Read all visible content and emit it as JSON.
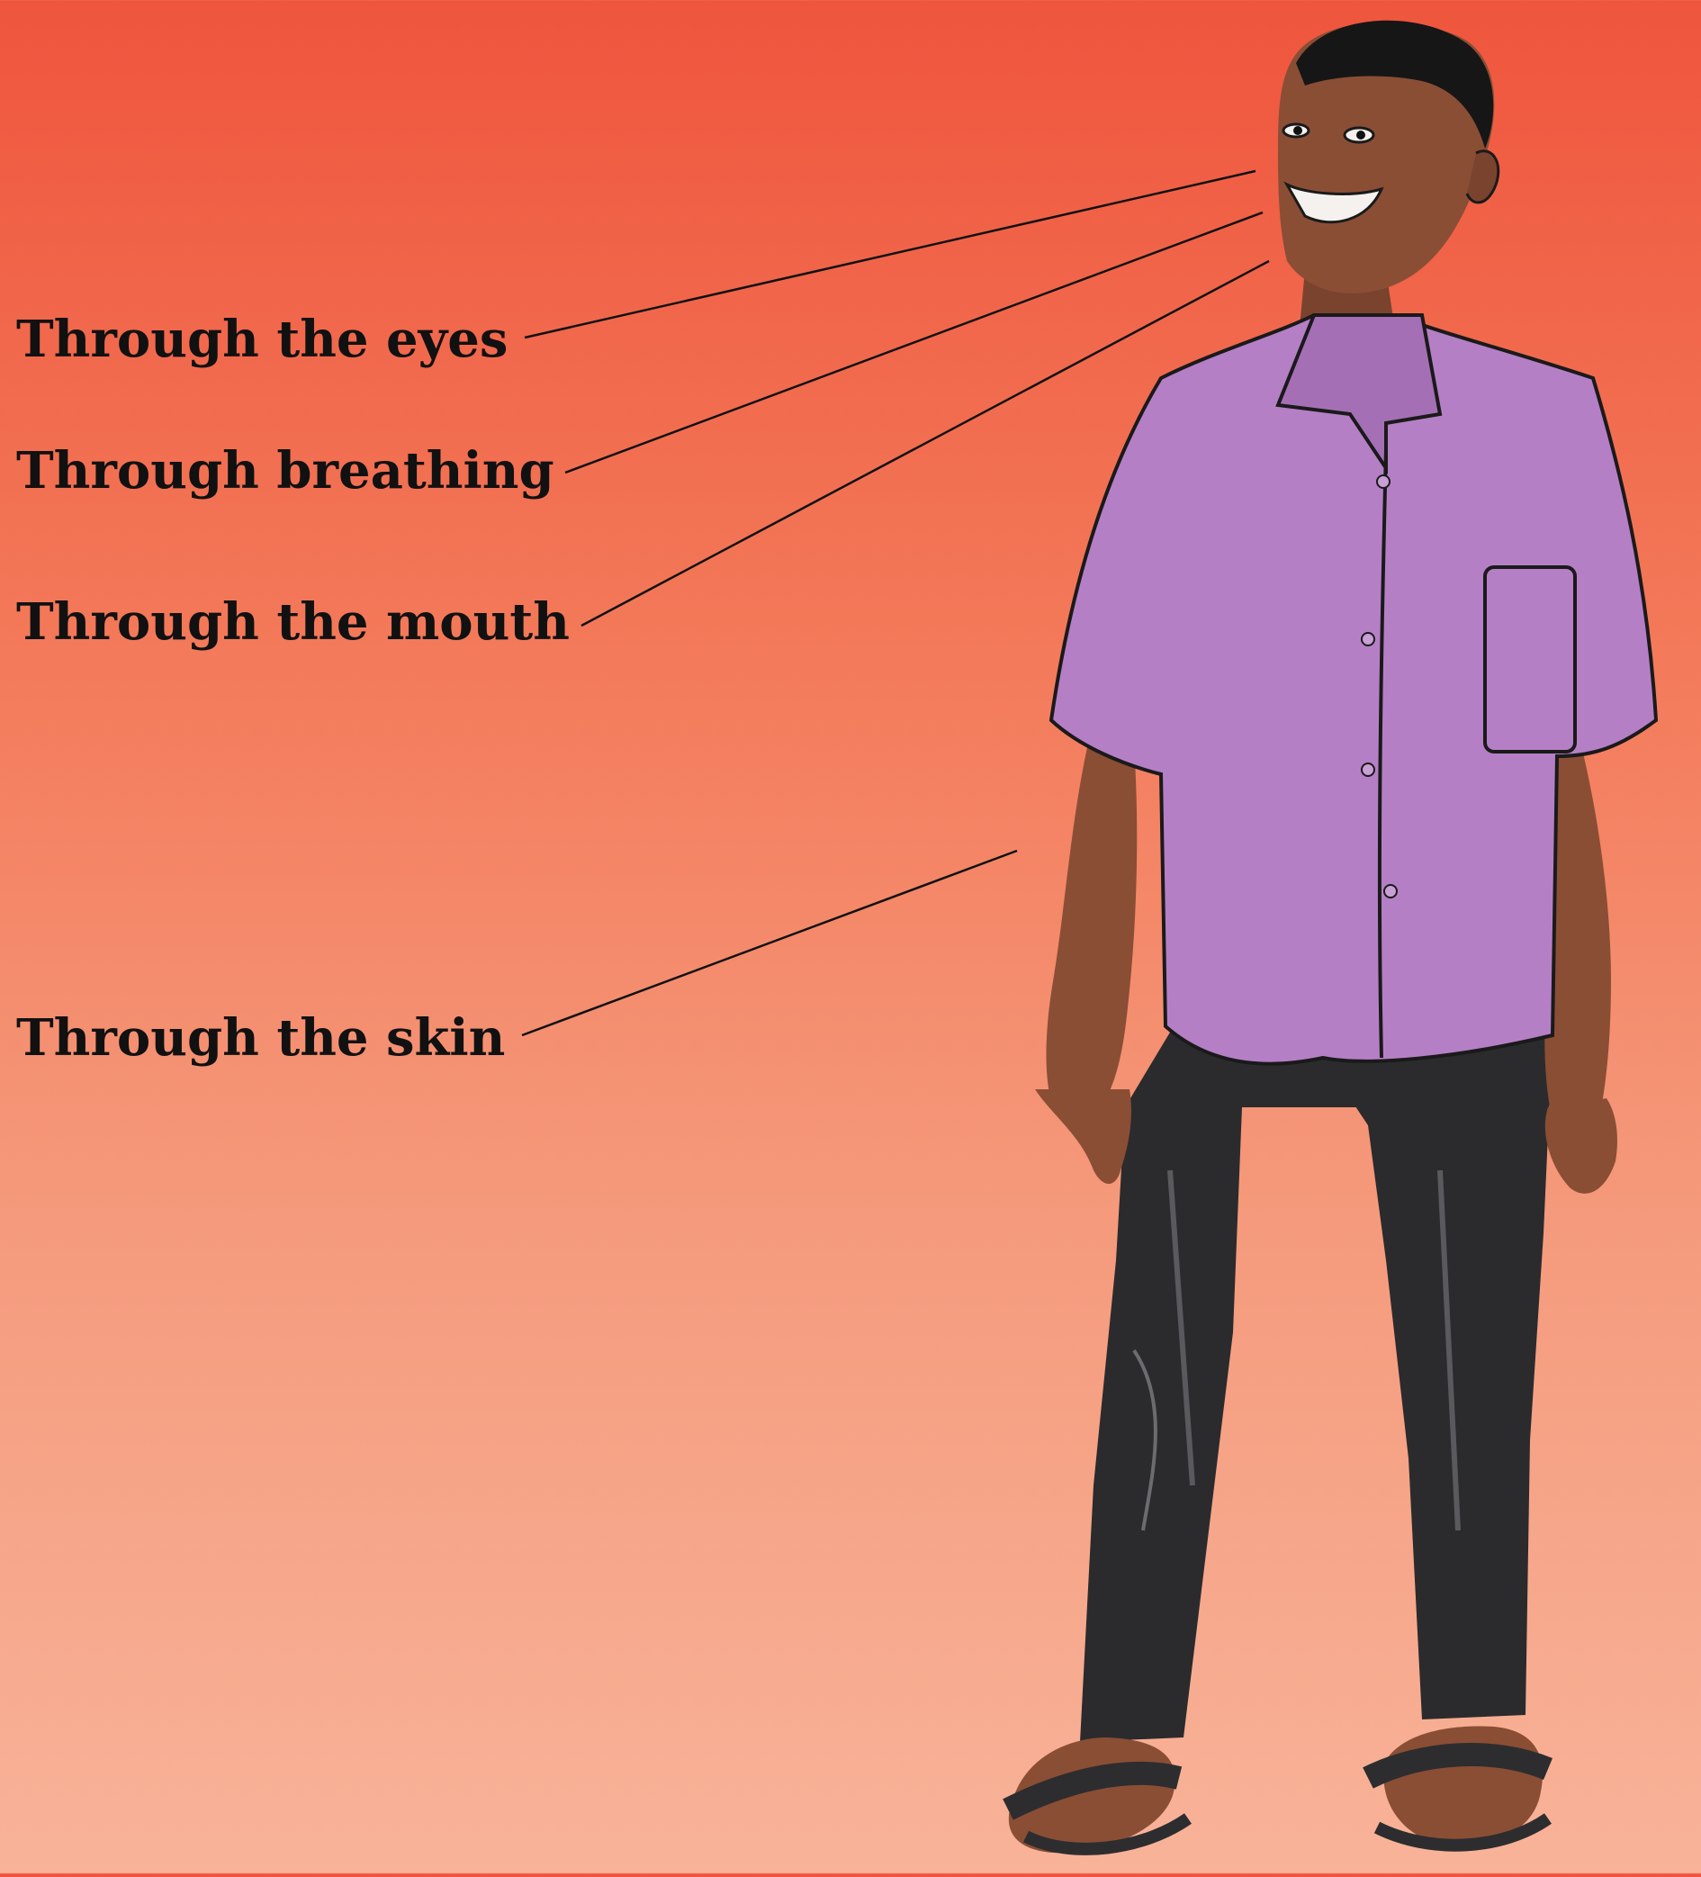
{
  "labels": {
    "eyes": "Through the eyes",
    "breathing": "Through breathing",
    "mouth": "Through the mouth",
    "skin": "Through the skin"
  },
  "figure": {
    "subject": "man-standing",
    "colors": {
      "background_top": "#ef553d",
      "background_bottom": "#f8b399",
      "skin": "#8a4e35",
      "shirt": "#b57fc6",
      "trousers": "#2b2b2d",
      "sandals": "#2d2d2f"
    }
  }
}
